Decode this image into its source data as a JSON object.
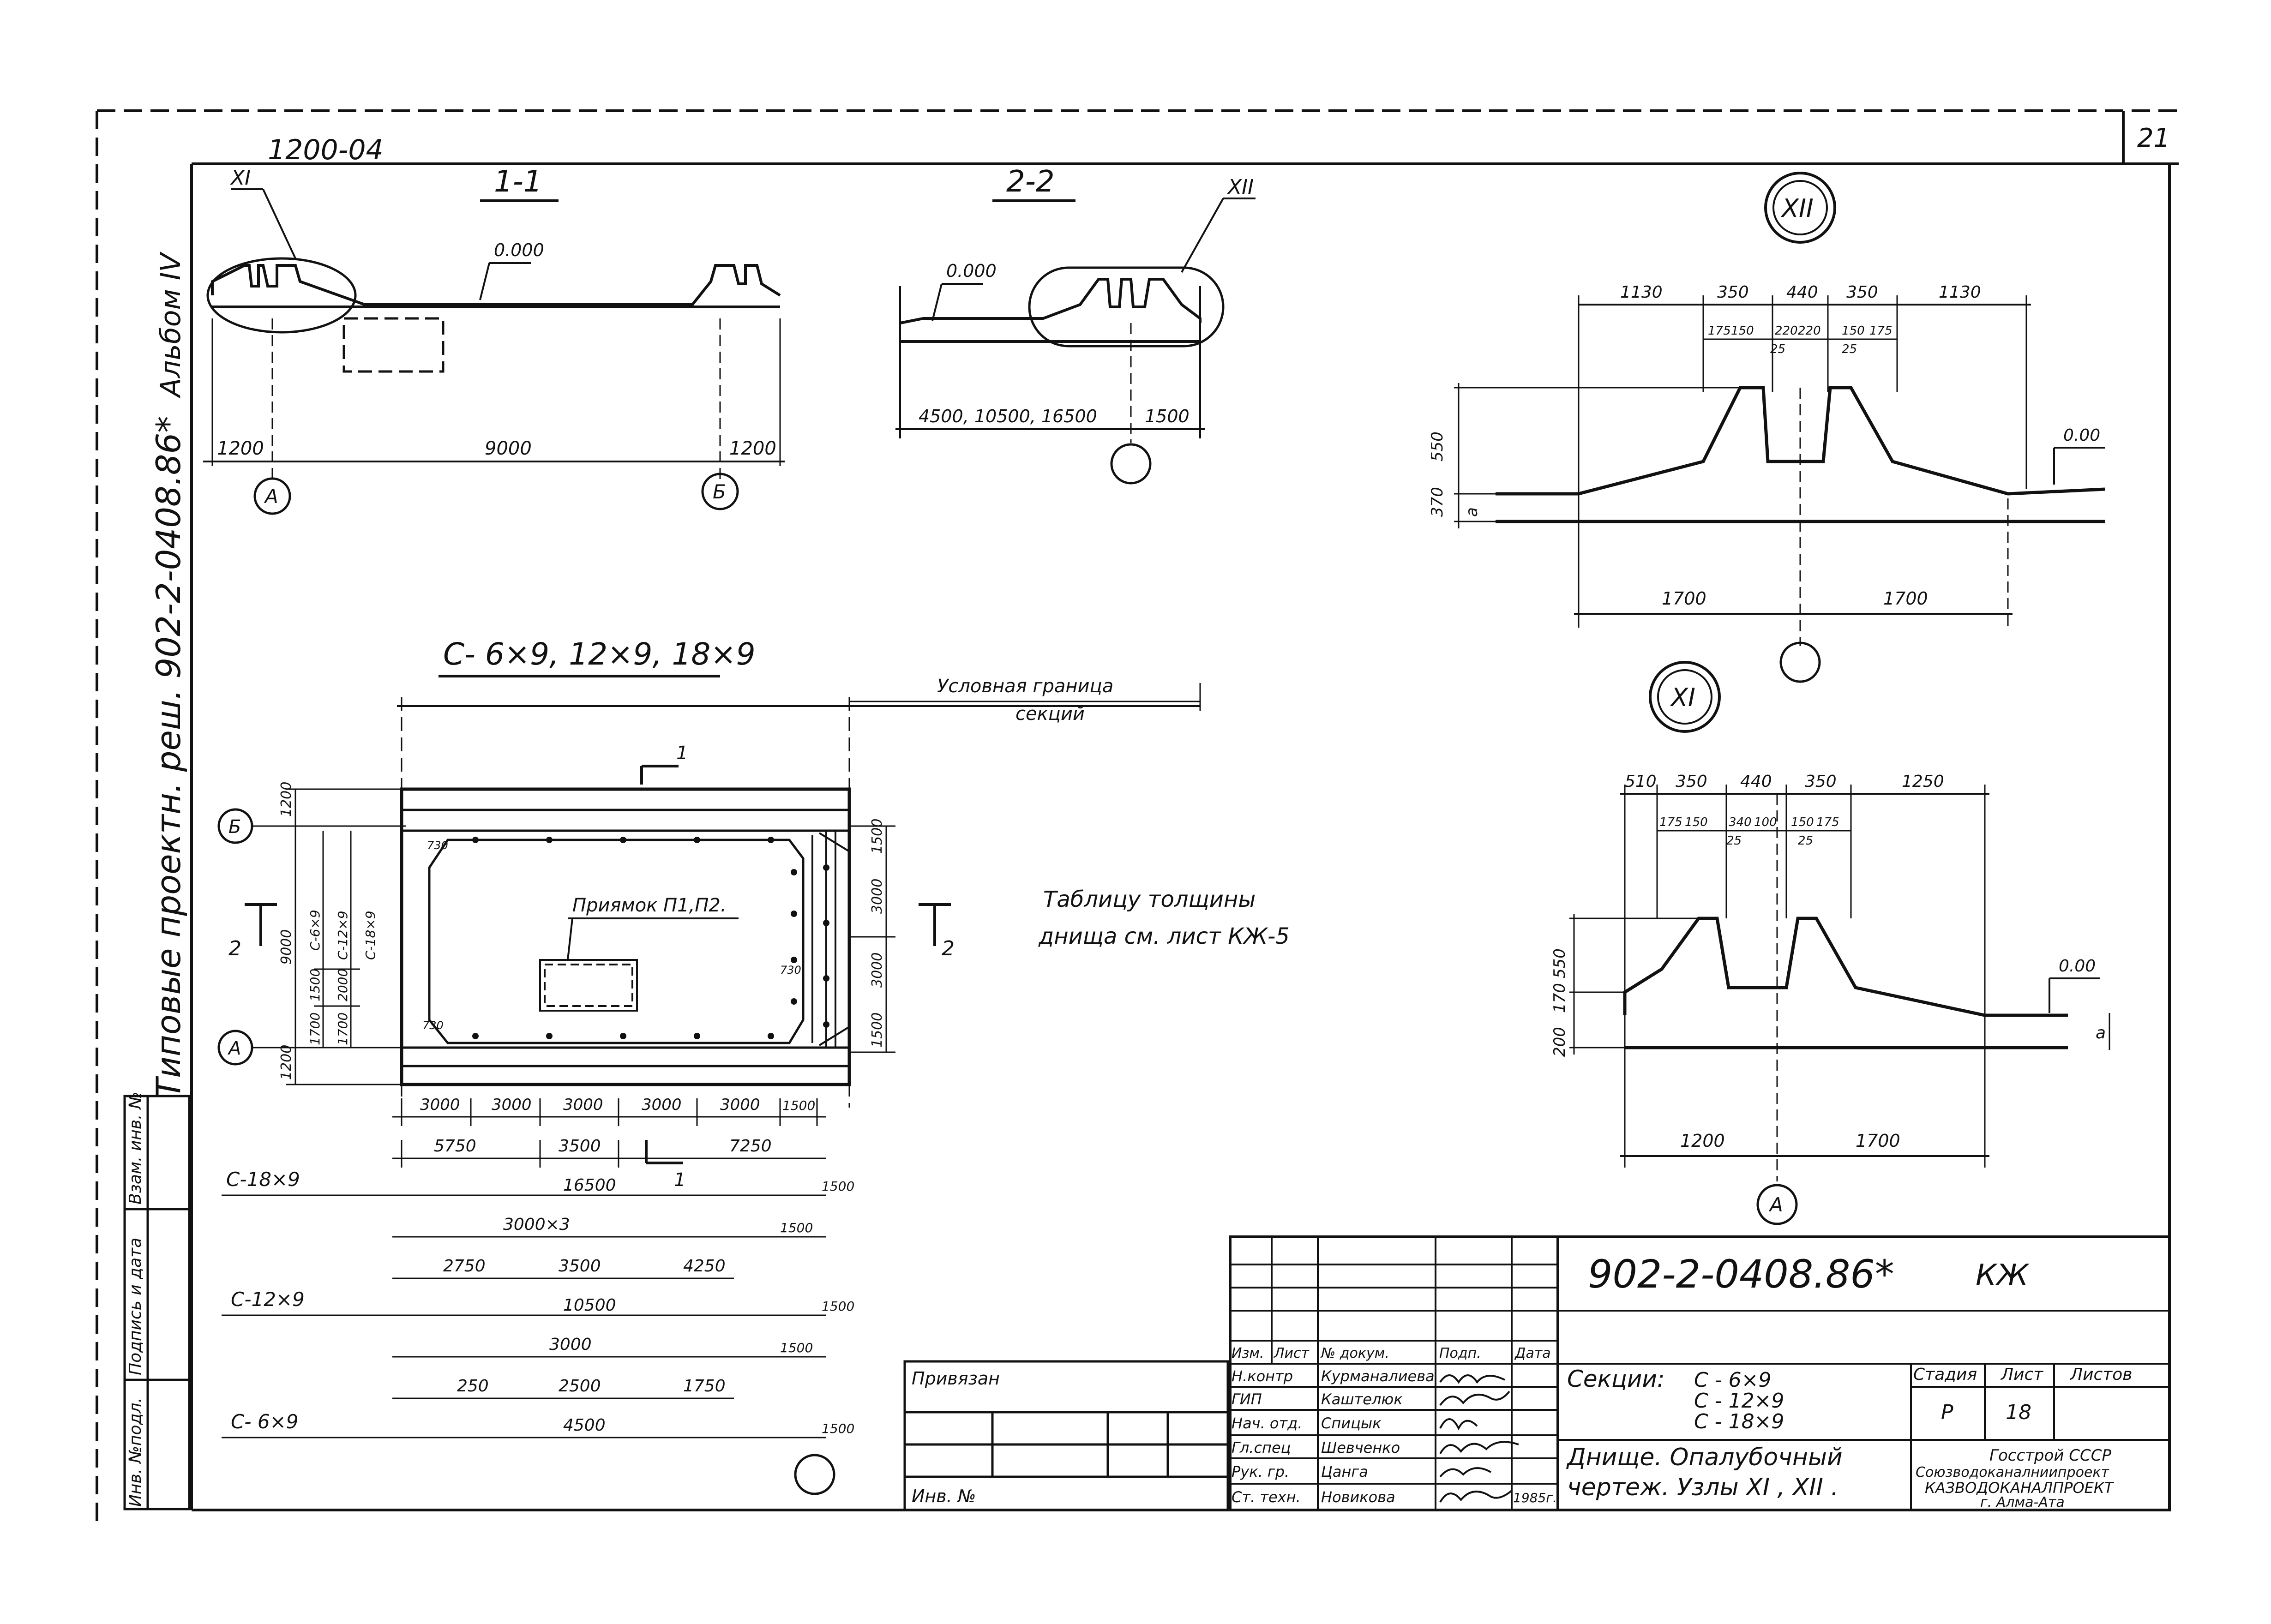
{
  "sheet": {
    "top_code": "1200-04",
    "sheet_number": "21",
    "side_series": "Типовые проектн. реш. 902-2-0408.86*",
    "side_album": "Альбом IV"
  },
  "section_1_1": {
    "title": "1-1",
    "node_label": "XI",
    "level": "0.000",
    "dims": [
      "1200",
      "9000",
      "1200"
    ],
    "axes": [
      "А",
      "Б"
    ]
  },
  "section_2_2": {
    "title": "2-2",
    "node_label": "XII",
    "level": "0.000",
    "dims": [
      "4500, 10500, 16500",
      "1500"
    ]
  },
  "node_xii": {
    "title": "XII",
    "top_dims": [
      "1130",
      "350",
      "440",
      "350",
      "1130"
    ],
    "sub_dims": [
      "175",
      "150",
      "220",
      "220",
      "150",
      "175"
    ],
    "small_dims": [
      "25",
      "25"
    ],
    "left_dims": [
      "550",
      "370",
      "a"
    ],
    "level": "0.00",
    "bottom_dims": [
      "1700",
      "1700"
    ]
  },
  "node_xi": {
    "title": "XI",
    "top_dims": [
      "510",
      "350",
      "440",
      "350",
      "1250"
    ],
    "sub_dims": [
      "175",
      "150",
      "340",
      "100",
      "150",
      "175"
    ],
    "small_dims": [
      "25",
      "25"
    ],
    "left_dims": [
      "550",
      "170",
      "200"
    ],
    "level": "0.00",
    "right_dim": "a",
    "bottom_dims": [
      "1200",
      "1700"
    ],
    "axis": "А"
  },
  "plan": {
    "title": "С- 6×9, 12×9, 18×9",
    "boundary_note": [
      "Условная граница",
      "секций"
    ],
    "cut_1": "1",
    "cut_2": "2",
    "axes": [
      "Б",
      "А"
    ],
    "pit_label": "Приямок П1,П2.",
    "left_dims": [
      "1200",
      "9000",
      "1200",
      "1700",
      "1500",
      "2000",
      "1700"
    ],
    "section_labels": [
      "С-6×9",
      "С-12×9",
      "С-18×9"
    ],
    "right_dims": [
      "1500",
      "3000",
      "3000",
      "1500"
    ],
    "corner_dims": [
      "730",
      "730",
      "730"
    ],
    "bottom_dims": [
      "3000",
      "3000",
      "3000",
      "3000",
      "3000",
      "1500"
    ],
    "bottom_dims_2": [
      "5750",
      "3500",
      "7250"
    ]
  },
  "note": [
    "Таблицу толщины",
    "днища см. лист КЖ-5"
  ],
  "sections_table": [
    {
      "name": "С-18×9",
      "row1": [
        "16500",
        "1500"
      ],
      "row2": [
        "3000×3",
        "1500"
      ]
    },
    {
      "name": "С-12×9",
      "row0": [
        "2750",
        "3500",
        "4250"
      ],
      "row1": [
        "10500",
        "1500"
      ],
      "row2": [
        "3000",
        "1500"
      ]
    },
    {
      "name": "С- 6×9",
      "row0": [
        "250",
        "2500",
        "1750"
      ],
      "row1": [
        "4500",
        "1500"
      ]
    }
  ],
  "left_strip": [
    "Инв. №подл.",
    "Подпись и дата",
    "Взам. инв. №"
  ],
  "binding": {
    "label": "Привязан",
    "inv": "Инв. №"
  },
  "title_block": {
    "code": "902-2-0408.86*",
    "mark": "КЖ",
    "header": [
      "Изм.",
      "Лист",
      "№ докум.",
      "Подп.",
      "Дата"
    ],
    "roles": [
      {
        "role": "Н.контр",
        "name": "Курманалиева"
      },
      {
        "role": "ГИП",
        "name": "Каштелюк"
      },
      {
        "role": "Нач. отд.",
        "name": "Спицык"
      },
      {
        "role": "Гл.спец",
        "name": "Шевченко"
      },
      {
        "role": "Рук. гр.",
        "name": "Цанга"
      },
      {
        "role": "Ст. техн.",
        "name": "Новикова"
      }
    ],
    "year": "1985г.",
    "sections_label": "Секции:",
    "sections": [
      "С - 6×9",
      "С - 12×9",
      "С - 18×9"
    ],
    "description": [
      "Днище. Опалубочный",
      "чертеж. Узлы XI , XII ."
    ],
    "stage_headers": [
      "Стадия",
      "Лист",
      "Листов"
    ],
    "stage": "Р",
    "sheet": "18",
    "org": [
      "Госстрой СССР",
      "Союзводоканалниипроект",
      "КАЗВОДОКАНАЛПРОЕКТ",
      "г. Алма-Ата"
    ]
  }
}
